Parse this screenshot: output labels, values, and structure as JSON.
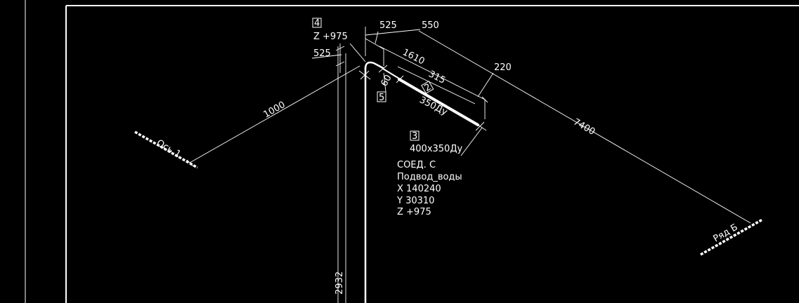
{
  "markers": {
    "m4": "4",
    "m5": "5",
    "m3": "3",
    "m2": "2"
  },
  "elevation_top": "Z +975",
  "dimensions": {
    "d525_top": "525",
    "d550": "550",
    "d525_left": "525",
    "d1610": "1610",
    "d315": "315",
    "d220": "220",
    "d1000": "1000",
    "d7400": "7400",
    "d2932": "2932",
    "d60": "60"
  },
  "pipe_label": "350Ду",
  "reducer_label": "400х350Ду",
  "connection": {
    "line1": "СОЕД. С",
    "line2": "Подвод_воды",
    "x": "X  140240",
    "y": "Y  30310",
    "z": "Z  +975"
  },
  "axes": {
    "axis_1": "Ось 1",
    "row_b": "Ряд Б"
  },
  "colors": {
    "background": "#000000",
    "lines": "#ffffff"
  }
}
